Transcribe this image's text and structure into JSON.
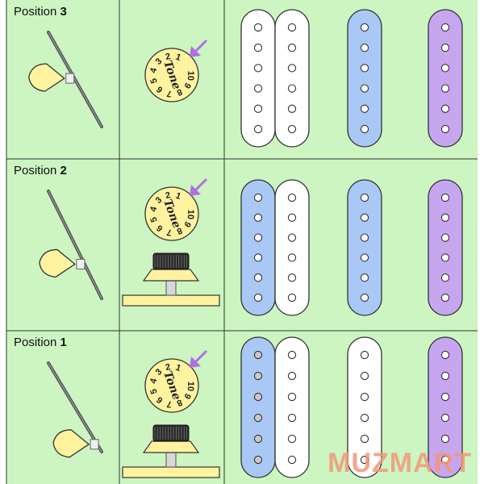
{
  "colors": {
    "panel_bg": "#ccf5c2",
    "grid_line": "#333333",
    "pick": "#fff3a0",
    "knob": "#fff3a0",
    "plate": "#fff3a0",
    "active_blue": "#a9c8f5",
    "inactive_white": "#ffffff",
    "purple": "#c7a6f0",
    "arrow": "#b06fe0",
    "watermark": "#f29777"
  },
  "icons": {
    "pick": "guitar-pick-icon",
    "lever": "switch-lever-icon",
    "knob": "tone-knob-icon",
    "arrow": "turn-arrow-icon"
  },
  "rows": [
    {
      "label_word": "Position",
      "label_number": "3",
      "knob_text": "Tone",
      "knob_numbers": [
        "1",
        "2",
        "3",
        "4",
        "5",
        "6",
        "7",
        "8",
        "9",
        "10"
      ],
      "show_push_pull": false,
      "humbucker": [
        "white",
        "white"
      ],
      "single_coil": "blue",
      "split_coil": "purple"
    },
    {
      "label_word": "Position",
      "label_number": "2",
      "knob_text": "Tone",
      "knob_numbers": [
        "1",
        "2",
        "3",
        "4",
        "5",
        "6",
        "7",
        "8",
        "9",
        "10"
      ],
      "show_push_pull": true,
      "humbucker": [
        "blue",
        "white"
      ],
      "single_coil": "blue",
      "split_coil": "purple"
    },
    {
      "label_word": "Position",
      "label_number": "1",
      "knob_text": "Tone",
      "knob_numbers": [
        "1",
        "2",
        "3",
        "4",
        "5",
        "6",
        "7",
        "8",
        "9",
        "10"
      ],
      "show_push_pull": true,
      "humbucker": [
        "blue",
        "white"
      ],
      "single_coil": "white",
      "split_coil": "purple"
    }
  ],
  "watermark": "MUZMART"
}
